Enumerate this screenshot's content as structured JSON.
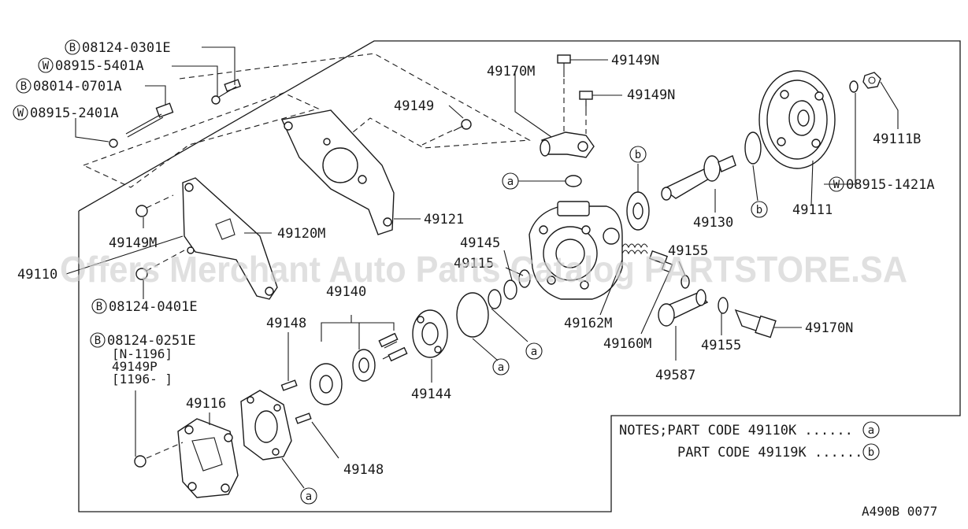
{
  "diagram_code": "A490B 0077",
  "watermark": "Offers Merchant Auto Parts Catalog PARTSTORE.SA",
  "notes": {
    "prefix": "NOTES;",
    "line1": "PART CODE 49110K ......",
    "line1_mark": "a",
    "line2": "PART CODE 49119K ......",
    "line2_mark": "b"
  },
  "callouts": {
    "b_08124_0301E": {
      "mark": "B",
      "code": "08124-0301E"
    },
    "w_08915_5401A": {
      "mark": "W",
      "code": "08915-5401A"
    },
    "b_08014_0701A": {
      "mark": "B",
      "code": "08014-0701A"
    },
    "w_08915_2401A": {
      "mark": "W",
      "code": "08915-2401A"
    },
    "b_08124_0401E": {
      "mark": "B",
      "code": "08124-0401E"
    },
    "b_08124_0251E": {
      "mark": "B",
      "code": "08124-0251E"
    },
    "w_08915_1421A": {
      "mark": "W",
      "code": "08915-1421A"
    }
  },
  "labels": {
    "p49110": "49110",
    "p49120M": "49120M",
    "p49121": "49121",
    "p49149_bracket": "49149",
    "p49149M": "49149M",
    "p49170M": "49170M",
    "p49149N_top": "49149N",
    "p49149N_mid": "49149N",
    "p49130": "49130",
    "p49111": "49111",
    "p49111B": "49111B",
    "p49145": "49145",
    "p49115": "49115",
    "p49155_top": "49155",
    "p49155_bot": "49155",
    "p49162M": "49162M",
    "p49160M": "49160M",
    "p49170N": "49170N",
    "p49587": "49587",
    "p49140": "49140",
    "p49148_top": "49148",
    "p49148_bot": "49148",
    "p49144": "49144",
    "p49116": "49116",
    "range1": "[N-1196]",
    "p49149P": "49149P",
    "range2": "[1196-      ]"
  },
  "markers": {
    "a_left": "a",
    "b_pulley": "b",
    "b_snap": "b",
    "a_oring1": "a",
    "a_oring2": "a",
    "a_bottom": "a"
  }
}
